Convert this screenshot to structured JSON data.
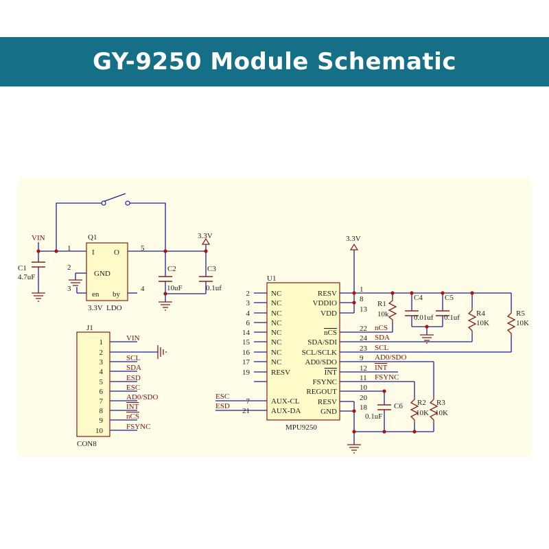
{
  "title": "GY-9250 Module Schematic",
  "colors": {
    "banner": "#156f86",
    "schematic_bg": "#fffde8",
    "wire": "#1b1f9a",
    "component": "#8a1a1a",
    "part_fill": "#fffbc8",
    "net_label": "#7a1010",
    "text": "#1c1c1c",
    "junction": "#b01010"
  },
  "ldo": {
    "designator": "Q1",
    "pin_i": "I",
    "pin_o": "O",
    "pin_gnd": "GND",
    "pin_en": "en",
    "pin_by": "by",
    "value": "3.3V  LDO",
    "pin1": "1",
    "pin2": "2",
    "pin3": "3",
    "pin4": "4",
    "pin5": "5"
  },
  "vin_label": "VIN",
  "rail_label_left": "3.3V",
  "rail_label_right": "3.3V",
  "caps": {
    "c1_name": "C1",
    "c1_value": "4.7uF",
    "c2_name": "C2",
    "c2_value": "10uF",
    "c3_name": "C3",
    "c3_value": "0.1uf",
    "c4_name": "C4",
    "c4_value": "0.01uf",
    "c5_name": "C5",
    "c5_value": "0.1uf",
    "c6_name": "C6",
    "c6_value": "0.1uF"
  },
  "resistors": {
    "r1_name": "R1",
    "r1_value": "10k",
    "r2_name": "R2",
    "r2_value": "10K",
    "r3_name": "R3",
    "r3_value": "10K",
    "r4_name": "R4",
    "r4_value": "10K",
    "r5_name": "R5",
    "r5_value": "10K"
  },
  "connector": {
    "designator": "J1",
    "part": "CON8",
    "pins": [
      "1",
      "2",
      "3",
      "4",
      "5",
      "6",
      "7",
      "8",
      "9",
      "10"
    ],
    "nets": [
      "VIN",
      "",
      "SCL",
      "SDA",
      "ESD",
      "ESC",
      "AD0/SDO",
      "INT",
      "nCS",
      "FSYNC"
    ]
  },
  "mpu": {
    "designator": "U1",
    "part": "MPU9250",
    "left_pins": [
      {
        "num": "2",
        "name": "NC"
      },
      {
        "num": "3",
        "name": "NC"
      },
      {
        "num": "4",
        "name": "NC"
      },
      {
        "num": "6",
        "name": "NC"
      },
      {
        "num": "14",
        "name": "NC"
      },
      {
        "num": "15",
        "name": "NC"
      },
      {
        "num": "16",
        "name": "NC"
      },
      {
        "num": "17",
        "name": "NC"
      },
      {
        "num": "19",
        "name": "RESV"
      },
      {
        "num": "7",
        "name": "AUX-CL"
      },
      {
        "num": "21",
        "name": "AUX-DA"
      }
    ],
    "right_pins": [
      {
        "num": "1",
        "name": "RESV"
      },
      {
        "num": "8",
        "name": "VDDIO"
      },
      {
        "num": "13",
        "name": "VDD"
      },
      {
        "num": "22",
        "name": "nCS"
      },
      {
        "num": "24",
        "name": "SDA/SDI"
      },
      {
        "num": "23",
        "name": "SCL/SCLK"
      },
      {
        "num": "9",
        "name": "AD0/SDO"
      },
      {
        "num": "12",
        "name": "INT"
      },
      {
        "num": "11",
        "name": "FSYNC"
      },
      {
        "num": "10",
        "name": "REGOUT"
      },
      {
        "num": "20",
        "name": "RESV"
      },
      {
        "num": "18",
        "name": "GND"
      }
    ],
    "right_nets": {
      "ncs": "nCS",
      "sda": "SDA",
      "scl": "SCL",
      "ad0": "AD0/SDO",
      "int": "INT",
      "fsync": "FSYNC"
    },
    "aux_nets": {
      "esc": "ESC",
      "esd": "ESD"
    }
  }
}
